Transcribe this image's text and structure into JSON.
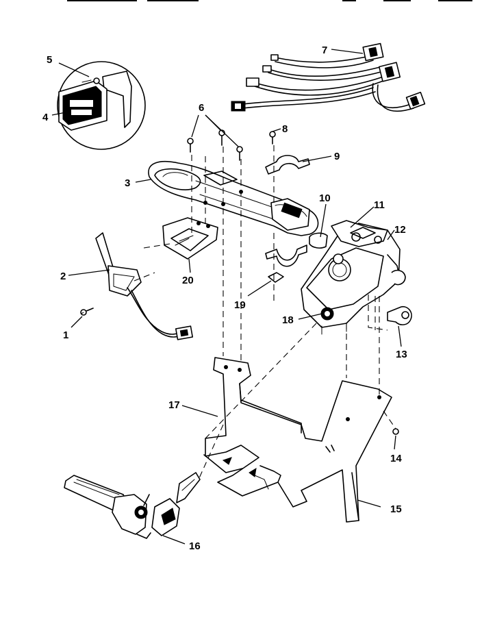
{
  "diagram": {
    "labels": {
      "p1": "1",
      "p2": "2",
      "p3": "3",
      "p4": "4",
      "p5": "5",
      "p6": "6",
      "p7": "7",
      "p8": "8",
      "p9": "9",
      "p10": "10",
      "p11": "11",
      "p12": "12",
      "p13": "13",
      "p14": "14",
      "p15": "15",
      "p16": "16",
      "p17": "17",
      "p18": "18",
      "p19": "19",
      "p20": "20"
    }
  }
}
